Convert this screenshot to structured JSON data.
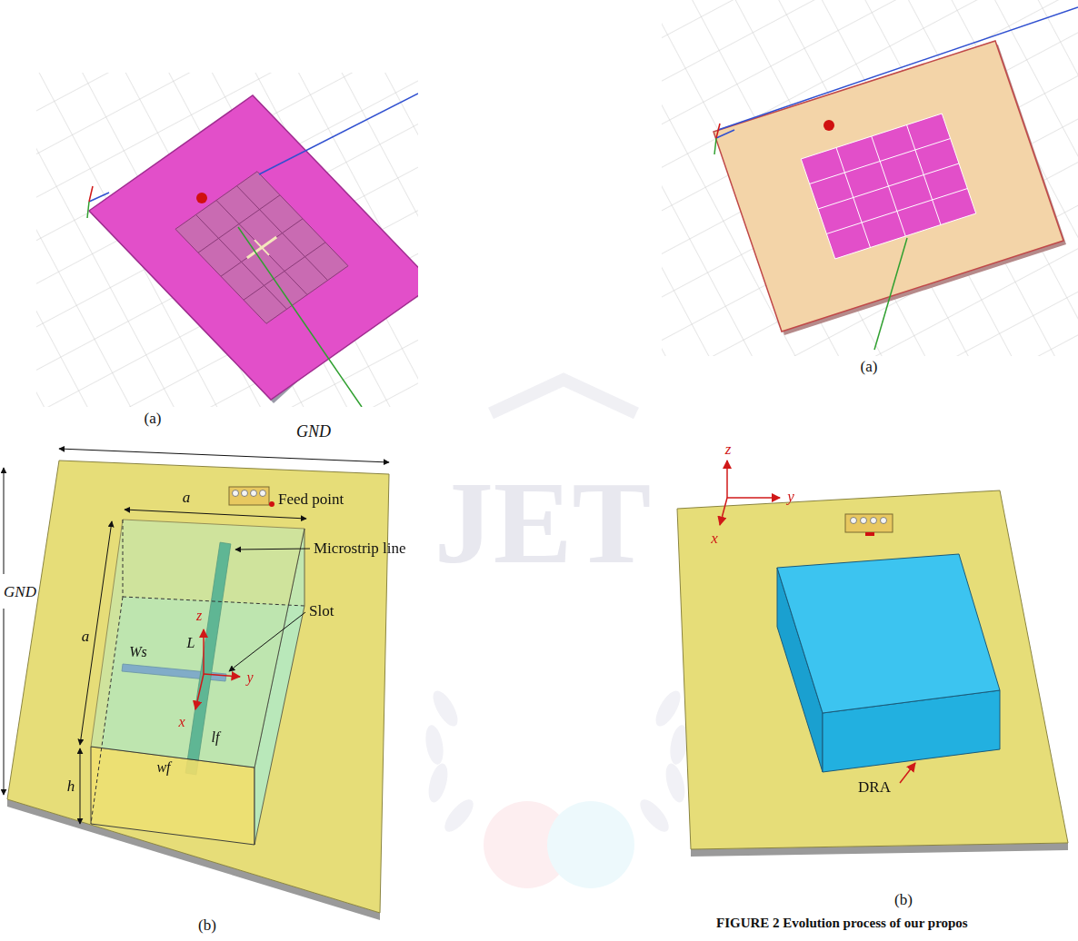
{
  "diagram": {
    "caption": "FIGURE 2 Evolution process of our propos",
    "labels": [
      "(a)",
      "(a)",
      "GND",
      "Feed point",
      "a",
      "GND",
      "a",
      "Ws",
      "L",
      "Microstrip line",
      "Slot",
      "z",
      "y",
      "x",
      "lf",
      "wf",
      "h",
      "(b)",
      "z",
      "y",
      "x",
      "DRA",
      "(b)",
      "JET"
    ]
  }
}
